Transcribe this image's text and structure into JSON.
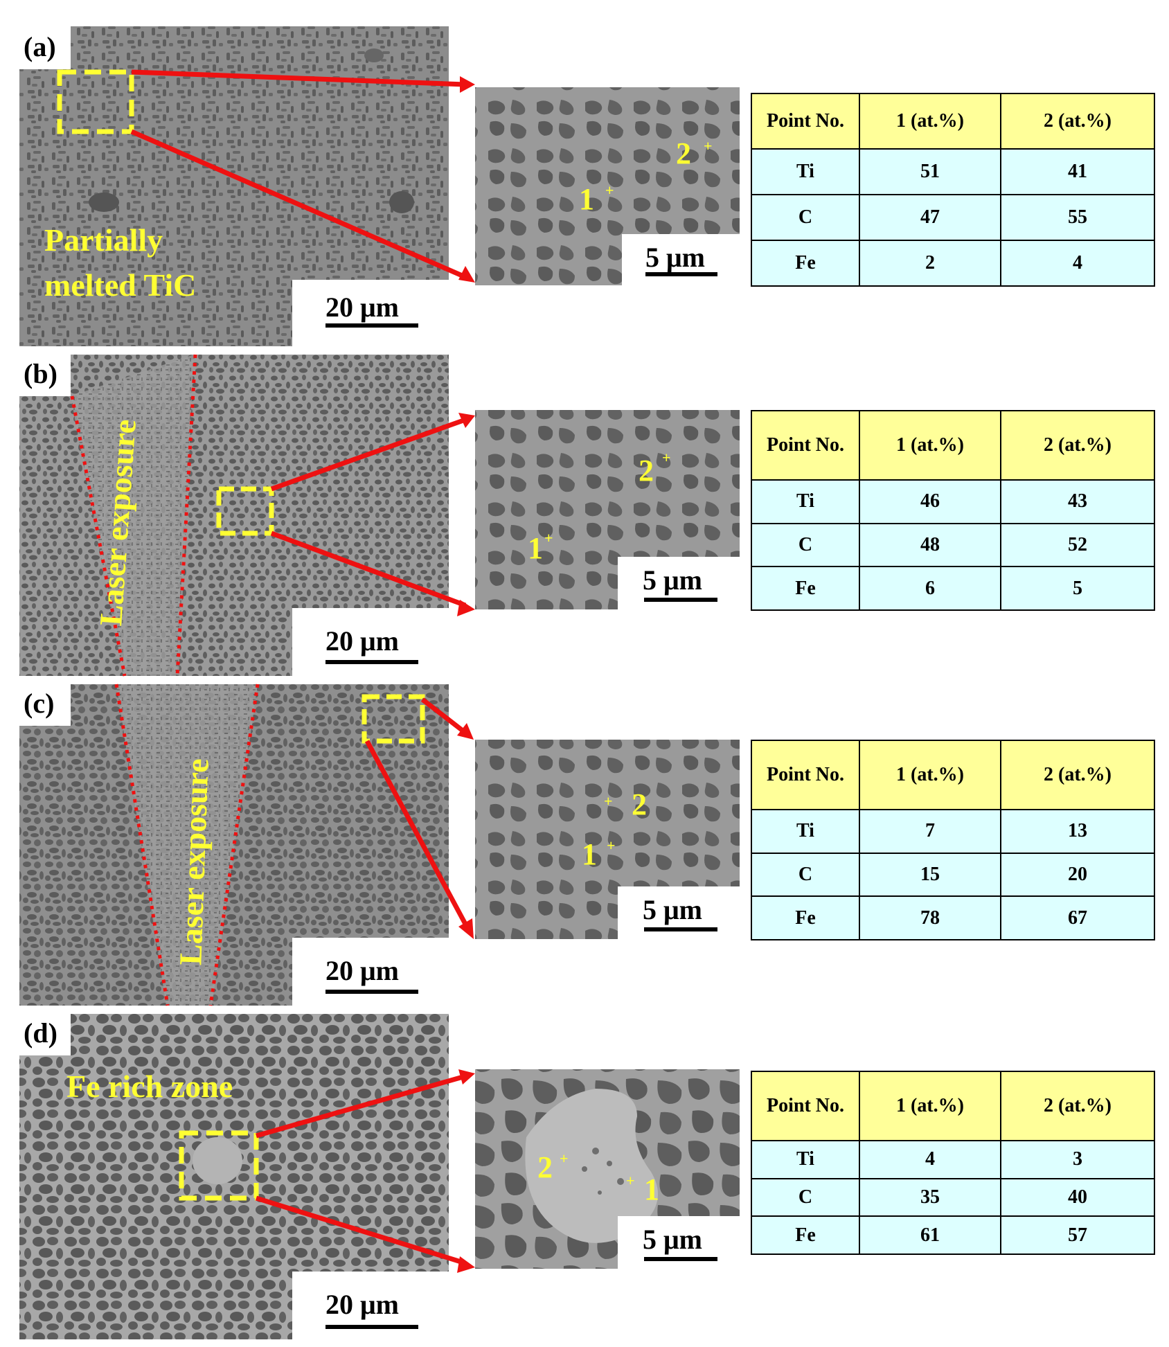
{
  "colors": {
    "annotation": "#ffff33",
    "arrow": "#ee1111",
    "header_fill": "#ffff99",
    "row_fill": "#ddffff",
    "sem_matrix": "#8a8a8a"
  },
  "panels": [
    {
      "id": "a",
      "label": "(a)",
      "region_text": [
        "Partially",
        "melted TiC"
      ],
      "scale_overview": "20 μm",
      "scale_zoom": "5 μm",
      "zoom_points": [
        "1",
        "2"
      ],
      "table": {
        "headers": [
          "Point No.",
          "1 (at.%)",
          "2 (at.%)"
        ],
        "rows": [
          [
            "Ti",
            "51",
            "41"
          ],
          [
            "C",
            "47",
            "55"
          ],
          [
            "Fe",
            "2",
            "4"
          ]
        ]
      }
    },
    {
      "id": "b",
      "label": "(b)",
      "region_text": [
        "Laser exposure"
      ],
      "scale_overview": "20 μm",
      "scale_zoom": "5 μm",
      "zoom_points": [
        "1",
        "2"
      ],
      "table": {
        "headers": [
          "Point No.",
          "1 (at.%)",
          "2 (at.%)"
        ],
        "rows": [
          [
            "Ti",
            "46",
            "43"
          ],
          [
            "C",
            "48",
            "52"
          ],
          [
            "Fe",
            "6",
            "5"
          ]
        ]
      }
    },
    {
      "id": "c",
      "label": "(c)",
      "region_text": [
        "Laser exposure"
      ],
      "scale_overview": "20 μm",
      "scale_zoom": "5 μm",
      "zoom_points": [
        "1",
        "2"
      ],
      "table": {
        "headers": [
          "Point No.",
          "1 (at.%)",
          "2 (at.%)"
        ],
        "rows": [
          [
            "Ti",
            "7",
            "13"
          ],
          [
            "C",
            "15",
            "20"
          ],
          [
            "Fe",
            "78",
            "67"
          ]
        ]
      }
    },
    {
      "id": "d",
      "label": "(d)",
      "region_text": [
        "Fe rich zone"
      ],
      "scale_overview": "20 μm",
      "scale_zoom": "5 μm",
      "zoom_points": [
        "1",
        "2"
      ],
      "table": {
        "headers": [
          "Point No.",
          "1 (at.%)",
          "2  (at.%)"
        ],
        "rows": [
          [
            "Ti",
            "4",
            "3"
          ],
          [
            "C",
            "35",
            "40"
          ],
          [
            "Fe",
            "61",
            "57"
          ]
        ]
      }
    }
  ]
}
